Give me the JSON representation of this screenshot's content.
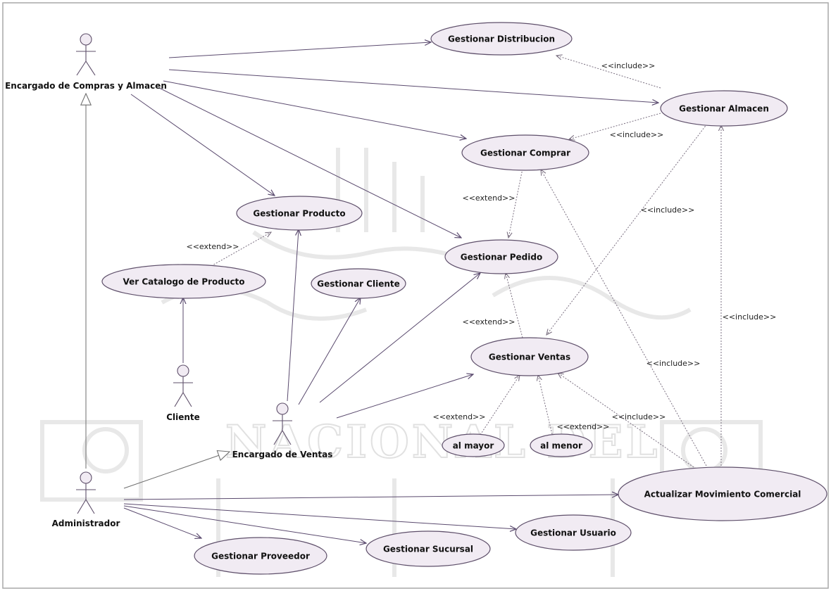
{
  "diagram": {
    "actors": [
      {
        "id": "encargado_compras",
        "label": "Encargado de Compras y Almacen"
      },
      {
        "id": "cliente",
        "label": "Cliente"
      },
      {
        "id": "encargado_ventas",
        "label": "Encargado de Ventas"
      },
      {
        "id": "administrador",
        "label": "Administrador"
      }
    ],
    "use_cases": [
      {
        "id": "gestionar_distribucion",
        "label": "Gestionar Distribucion"
      },
      {
        "id": "gestionar_almacen",
        "label": "Gestionar Almacen"
      },
      {
        "id": "gestionar_comprar",
        "label": "Gestionar Comprar"
      },
      {
        "id": "gestionar_producto",
        "label": "Gestionar Producto"
      },
      {
        "id": "gestionar_pedido",
        "label": "Gestionar Pedido"
      },
      {
        "id": "ver_catalogo",
        "label": "Ver Catalogo de Producto"
      },
      {
        "id": "gestionar_cliente",
        "label": "Gestionar Cliente"
      },
      {
        "id": "gestionar_ventas",
        "label": "Gestionar Ventas"
      },
      {
        "id": "al_mayor",
        "label": "al mayor"
      },
      {
        "id": "al_menor",
        "label": "al menor"
      },
      {
        "id": "actualizar_movimiento",
        "label": "Actualizar Movimiento Comercial"
      },
      {
        "id": "gestionar_usuario",
        "label": "Gestionar Usuario"
      },
      {
        "id": "gestionar_sucursal",
        "label": "Gestionar Sucursal"
      },
      {
        "id": "gestionar_proveedor",
        "label": "Gestionar Proveedor"
      }
    ],
    "stereotypes": {
      "include": "<<include>>",
      "extend": "<<extend>>"
    },
    "watermark_text": "NACIONAL DEL"
  }
}
